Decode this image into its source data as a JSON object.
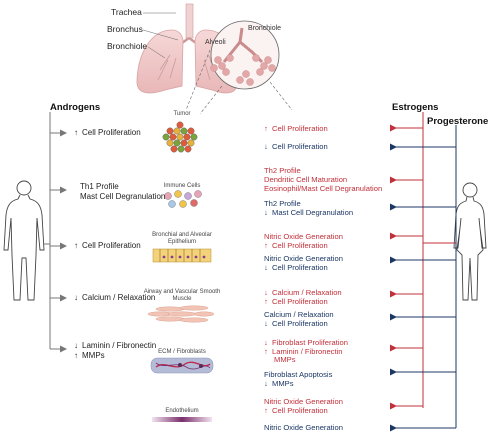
{
  "lung": {
    "trachea": "Trachea",
    "bronchus": "Bronchus",
    "bronchiole": "Bronchiole",
    "alveoli": "Alveoli",
    "bronchiole_inset": "Bronchiole"
  },
  "headers": {
    "androgens": "Androgens",
    "estrogens": "Estrogens",
    "progesterone": "Progesterone"
  },
  "colors": {
    "estrogen": "#c2303a",
    "progesterone": "#1c3765",
    "androgen_line": "#777777"
  },
  "rows": [
    {
      "androgen_effects": [
        {
          "arrow": "up",
          "text": "Cell Proliferation"
        }
      ],
      "cell_label": "Tumor",
      "estrogen_effects": [
        {
          "arrow": "up",
          "text": "Cell Proliferation"
        }
      ],
      "progesterone_effects": [
        {
          "arrow": "down",
          "text": "Cell Proliferation"
        }
      ]
    },
    {
      "androgen_effects": [
        {
          "arrow": "none",
          "text": "Th1 Profile"
        },
        {
          "arrow": "none",
          "text": "Mast Cell Degranulation"
        }
      ],
      "cell_label": "Immune Cells",
      "estrogen_effects": [
        {
          "arrow": "none",
          "text": "Th2 Profile"
        },
        {
          "arrow": "none",
          "text": "Dendritic Cell Maturation"
        },
        {
          "arrow": "none",
          "text": "Eosinophil/Mast Cell Degranulation"
        }
      ],
      "progesterone_effects": [
        {
          "arrow": "none",
          "text": "Th2 Profile"
        },
        {
          "arrow": "down",
          "text": "Mast Cell Degranulation"
        }
      ]
    },
    {
      "androgen_effects": [
        {
          "arrow": "up",
          "text": "Cell Proliferation"
        }
      ],
      "cell_label": "Bronchial and Alveolar Epithelium",
      "estrogen_effects": [
        {
          "arrow": "none",
          "text": "Nitric Oxide Generation"
        },
        {
          "arrow": "up",
          "text": "Cell Proliferation"
        }
      ],
      "progesterone_effects": [
        {
          "arrow": "none",
          "text": "Nitric Oxide Generation"
        },
        {
          "arrow": "down",
          "text": "Cell Proliferation"
        }
      ]
    },
    {
      "androgen_effects": [
        {
          "arrow": "down",
          "text": "Calcium / Relaxation"
        }
      ],
      "cell_label": "Airway and Vascular Smooth Muscle",
      "estrogen_effects": [
        {
          "arrow": "down",
          "text": "Calcium / Relaxation"
        },
        {
          "arrow": "up",
          "text": "Cell Proliferation"
        }
      ],
      "progesterone_effects": [
        {
          "arrow": "none",
          "text": "Calcium / Relaxation"
        },
        {
          "arrow": "down",
          "text": "Cell Proliferation"
        }
      ]
    },
    {
      "androgen_effects": [
        {
          "arrow": "down",
          "text": "Laminin / Fibronectin"
        },
        {
          "arrow": "up",
          "text": "MMPs"
        }
      ],
      "cell_label": "ECM / Fibroblasts",
      "estrogen_effects": [
        {
          "arrow": "down",
          "text": "Fibroblast Proliferation"
        },
        {
          "arrow": "up",
          "text": "Laminin / Fibronectin"
        },
        {
          "arrow": "none",
          "text": "MMPs"
        }
      ],
      "progesterone_effects": [
        {
          "arrow": "none",
          "text": "Fibroblast Apoptosis"
        },
        {
          "arrow": "down",
          "text": "MMPs"
        }
      ]
    },
    {
      "androgen_effects": [],
      "cell_label": "Endothelium",
      "estrogen_effects": [
        {
          "arrow": "none",
          "text": "Nitric Oxide Generation"
        },
        {
          "arrow": "up",
          "text": "Cell Proliferation"
        }
      ],
      "progesterone_effects": [
        {
          "arrow": "none",
          "text": "Nitric Oxide Generation"
        }
      ]
    }
  ]
}
